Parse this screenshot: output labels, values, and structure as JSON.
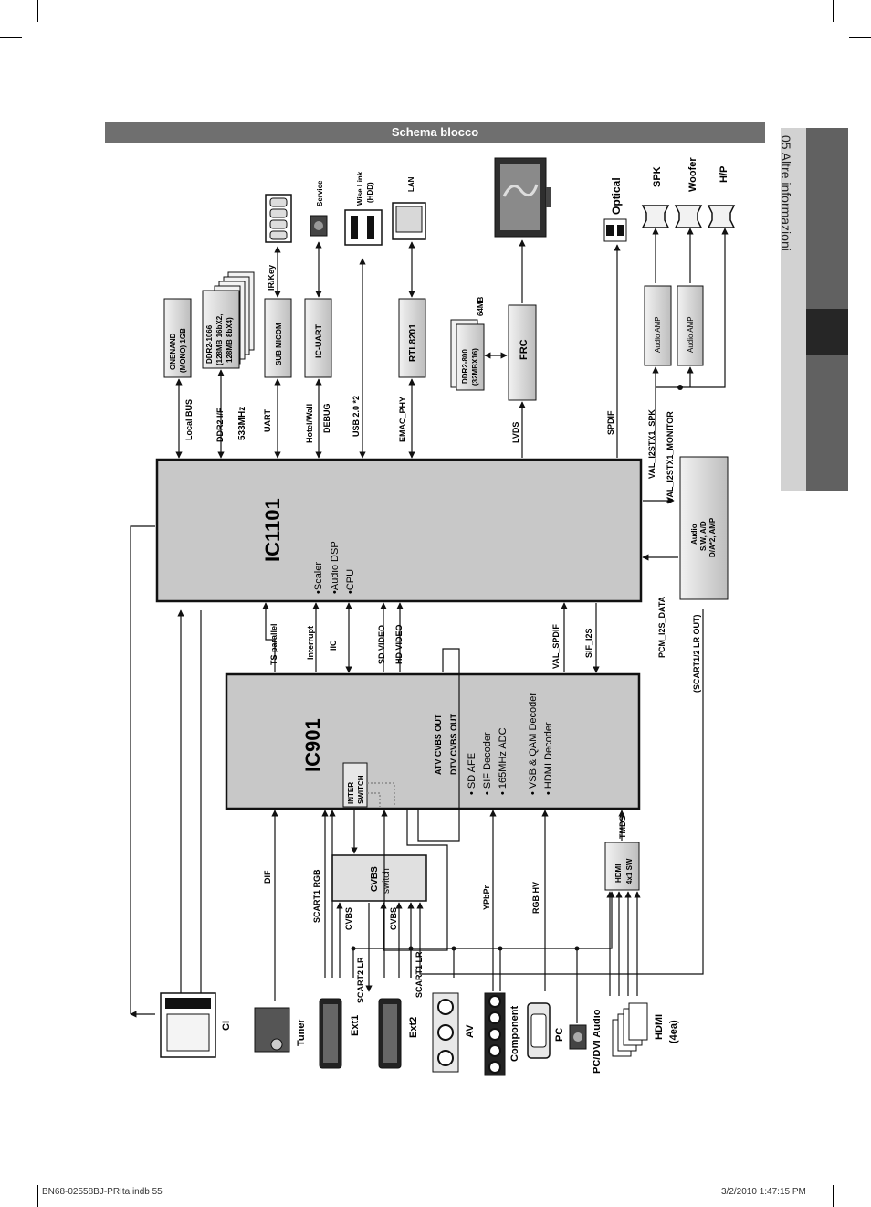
{
  "header": {
    "title": "Schema blocco"
  },
  "side_tab": {
    "text": "05   Altre informazioni"
  },
  "footer": {
    "left": "BN68-02558BJ-PRIta.indb   55",
    "right": "3/2/2010   1:47:15 PM"
  },
  "chips": {
    "ic1101": {
      "title": "IC1101",
      "features": [
        "•Scaler",
        "•Audio DSP",
        "•CPU"
      ]
    },
    "ic901": {
      "title": "IC901",
      "features_a": [
        "• SD AFE",
        "• SIF Decoder",
        "• 165MHz ADC"
      ],
      "features_b": [
        "• VSB & QAM Decoder",
        "• HDMI Decoder"
      ]
    }
  },
  "blocks": {
    "onenand": [
      "ONENAND",
      "(MONO) 1GB"
    ],
    "ddr2": [
      "DDR2-1066",
      "(128MB 16bX2,",
      "128MB 8bX4)"
    ],
    "submicom": "SUB MICOM",
    "icuart": "IC-UART",
    "rtl": "RTL8201",
    "ddr800": [
      "DDR2-800",
      "(32MBX16)"
    ],
    "ddr800_label": "64MB",
    "frc": "FRC",
    "audioamp": "Audio AMP",
    "audio_codec": [
      "Audio",
      "S/W, A/D",
      "D/A*2, AMP"
    ],
    "hdmi_sw": [
      "HDMI",
      "4x1 SW"
    ],
    "cvbs_sw": [
      "CVBS",
      "switch"
    ],
    "inter_sw": [
      "INTER",
      "SWITCH"
    ]
  },
  "signals": {
    "local_bus": "Local BUS",
    "ddr2_if": "DDR2 I/F",
    "mhz": "533MHz",
    "uart": "UART",
    "hotel": "Hotel/Wall",
    "debug": "DEBUG",
    "usb": "USB 2.0 *2",
    "emac": "EMAC_PHY",
    "lvds": "LVDS",
    "spdif": "SPDIF",
    "i2s_spk": "VAL_I2STX1_SPK",
    "i2s_mon": "VAL_I2STX1_MONITOR",
    "ts": "TS parallel",
    "interrupt": "Interrupt",
    "iic": "IIC",
    "sdvideo": "SD VIDEO",
    "hdvideo": "HD VIDEO",
    "val_spdif": "VAL_SPDIF",
    "sif_i2s": "SIF_I2S",
    "pcm": "PCM_I2S_DATA",
    "scart_lr_out": "(SCART1/2 LR OUT)",
    "atv": "ATV CVBS OUT",
    "dtv": "DTV CVBS OUT",
    "dif": "DIF",
    "scart1rgb": "SCART1 RGB",
    "cvbs_a": "CVBS",
    "cvbs_b": "CVBS",
    "ypbpr": "YPbPr",
    "rgbhv": "RGB HV",
    "tmds": "TMDS",
    "scart2lr": "SCART2 LR",
    "scart1lr": "SCART1 LR",
    "irkey": "IR/Key"
  },
  "connectors": {
    "ci": "CI",
    "tuner": "Tuner",
    "ext1": "Ext1",
    "ext2": "Ext2",
    "av": "AV",
    "component": "Component",
    "pc": "PC",
    "pcdvi": "PC/DVI Audio",
    "hdmi": [
      "HDMI",
      "(4ea)"
    ],
    "service": "Service",
    "wiselink": [
      "Wise Link",
      "(HDD)"
    ],
    "lan": "LAN",
    "optical": "Optical",
    "spk": "SPK",
    "woofer": "Woofer",
    "hp": "H/P"
  }
}
